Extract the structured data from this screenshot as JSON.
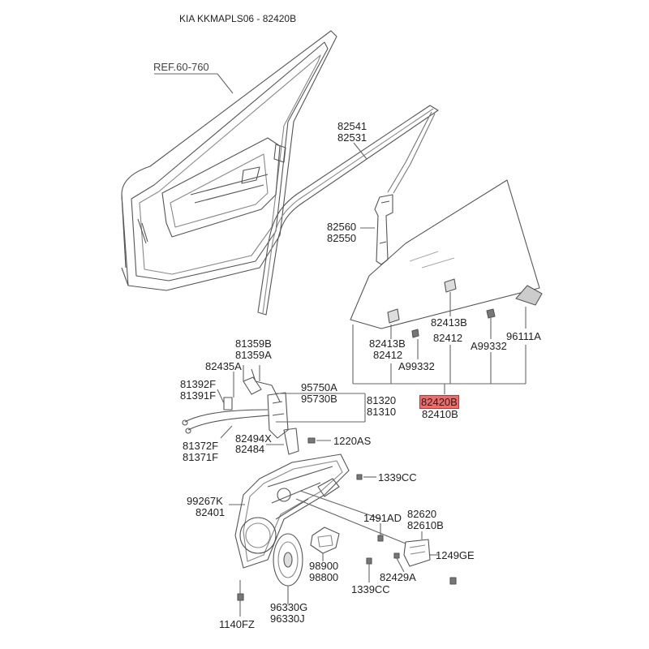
{
  "header": {
    "title": "KIA KKMAPLS06 - 82420B"
  },
  "highlight_color": "#f26b6b",
  "labels": {
    "ref": "REF.60-760",
    "p82541": "82541",
    "p82531": "82531",
    "p82560": "82560",
    "p82550": "82550",
    "p81359b": "81359B",
    "p81359a": "81359A",
    "p82435a": "82435A",
    "p81392f": "81392F",
    "p81391f": "81391F",
    "p95750a": "95750A",
    "p95730b": "95730B",
    "p81320": "81320",
    "p81310": "81310",
    "p82494x": "82494X",
    "p82484": "82484",
    "p1220as": "1220AS",
    "p81372f": "81372F",
    "p81371f": "81371F",
    "p1339cc_a": "1339CC",
    "p99267k": "99267K",
    "p82401": "82401",
    "p1491ad": "1491AD",
    "p82620": "82620",
    "p82610b": "82610B",
    "p1249ge": "1249GE",
    "p98900": "98900",
    "p98800": "98800",
    "p82429a": "82429A",
    "p1339cc_b": "1339CC",
    "p96330g": "96330G",
    "p96330j": "96330J",
    "p1140fz": "1140FZ",
    "p82413b_l": "82413B",
    "p82412_l": "82412",
    "p82413b_r": "82413B",
    "p82412_r": "82412",
    "pa99332_l": "A99332",
    "pa99332_r": "A99332",
    "p96111a": "96111A",
    "p82420b": "82420B",
    "p82410b": "82410B"
  }
}
